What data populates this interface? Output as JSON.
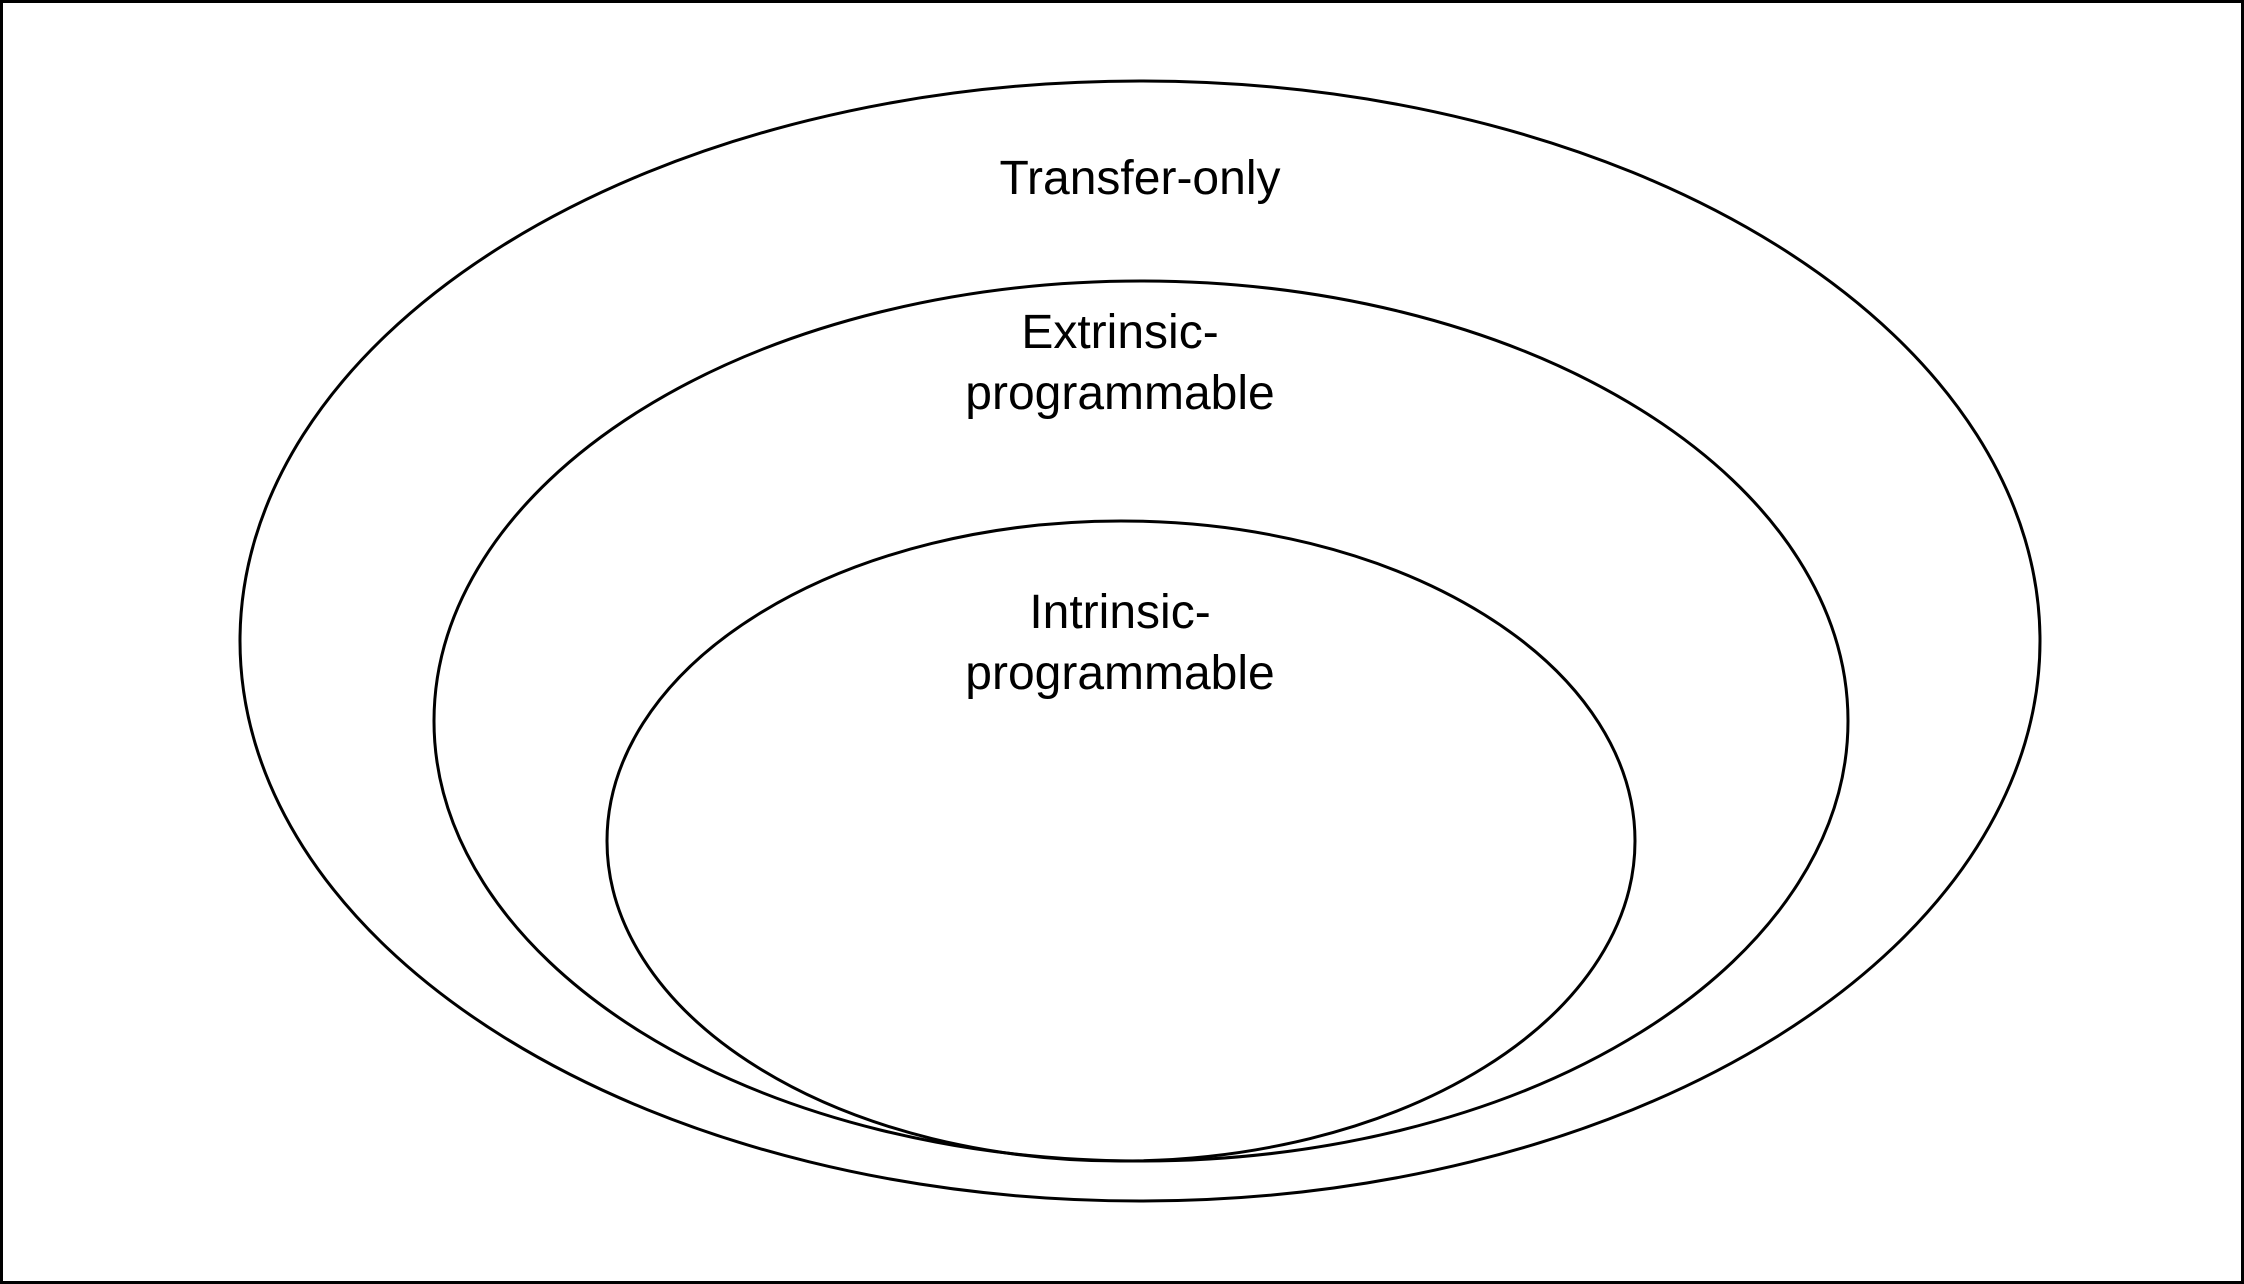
{
  "diagram": {
    "sets": [
      {
        "id": "outer",
        "lines": [
          "Transfer-only"
        ]
      },
      {
        "id": "middle",
        "lines": [
          "Extrinsic-",
          "programmable"
        ]
      },
      {
        "id": "inner",
        "lines": [
          "Intrinsic-",
          "programmable"
        ]
      }
    ],
    "colors": {
      "stroke": "#000000",
      "background": "#ffffff",
      "text": "#000000"
    }
  }
}
